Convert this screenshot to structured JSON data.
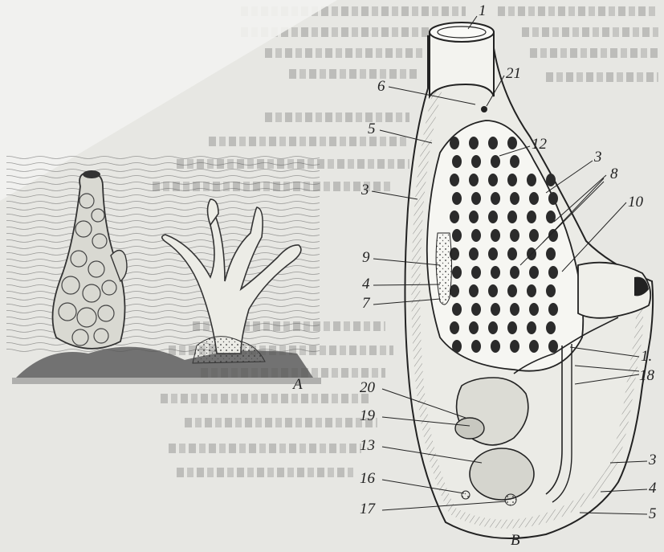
{
  "figure": {
    "panel_a": "A",
    "panel_b": "B",
    "labels": [
      {
        "id": "l1",
        "text": "1"
      },
      {
        "id": "l21",
        "text": "21"
      },
      {
        "id": "l6",
        "text": "6"
      },
      {
        "id": "l5a",
        "text": "5"
      },
      {
        "id": "l12",
        "text": "12"
      },
      {
        "id": "l3a",
        "text": "3"
      },
      {
        "id": "l3b",
        "text": "3"
      },
      {
        "id": "l8",
        "text": "8"
      },
      {
        "id": "l10",
        "text": "10"
      },
      {
        "id": "l9",
        "text": "9"
      },
      {
        "id": "l4a",
        "text": "4"
      },
      {
        "id": "l7",
        "text": "7"
      },
      {
        "id": "l1b",
        "text": "1."
      },
      {
        "id": "l18",
        "text": "18"
      },
      {
        "id": "l20",
        "text": "20"
      },
      {
        "id": "l19",
        "text": "19"
      },
      {
        "id": "l13",
        "text": "13"
      },
      {
        "id": "l16",
        "text": "16"
      },
      {
        "id": "l17",
        "text": "17"
      },
      {
        "id": "l3c",
        "text": "3"
      },
      {
        "id": "l4b",
        "text": "4"
      },
      {
        "id": "l5b",
        "text": "5"
      }
    ]
  }
}
